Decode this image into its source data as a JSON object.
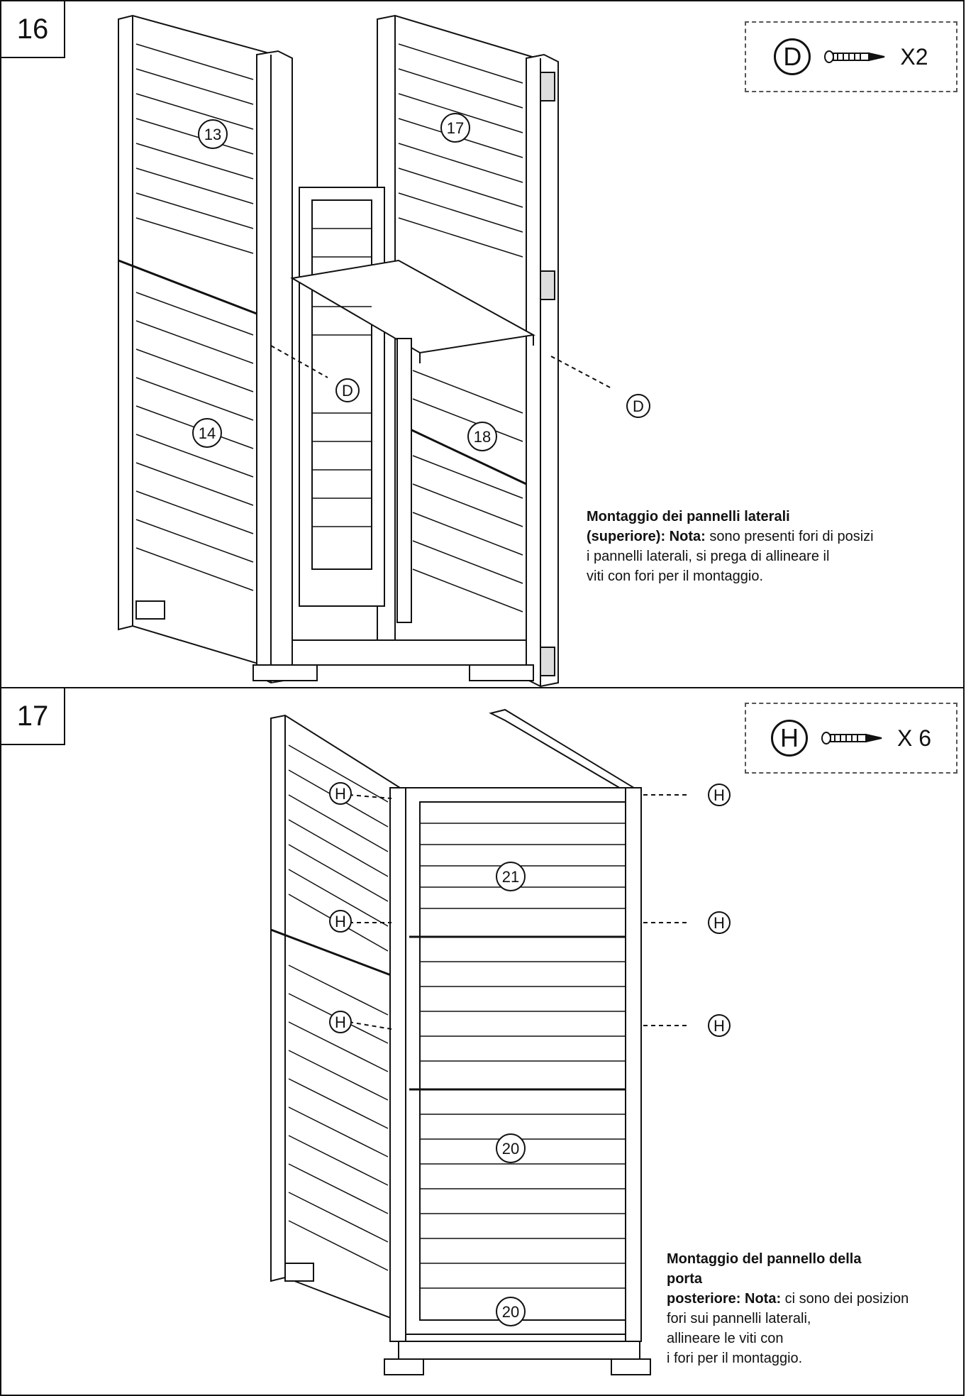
{
  "steps": [
    {
      "number": "16",
      "parts": {
        "letter": "D",
        "quantity": "X2"
      },
      "part_labels": [
        "13",
        "17",
        "14",
        "18"
      ],
      "screw_labels": [
        "D",
        "D"
      ],
      "note": {
        "title": "Montaggio dei pannelli laterali",
        "bold_part": "(superiore): Nota:",
        "line1_rest": " sono presenti fori di posizi",
        "line2": "i pannelli laterali, si prega di allineare il",
        "line3": "viti con fori per il montaggio."
      }
    },
    {
      "number": "17",
      "parts": {
        "letter": "H",
        "quantity": "X 6"
      },
      "part_labels": [
        "21",
        "20",
        "20"
      ],
      "screw_labels": [
        "H",
        "H",
        "H",
        "H",
        "H",
        "H"
      ],
      "note": {
        "title": "Montaggio del pannello della",
        "title2": "porta",
        "bold_part": "posteriore: Nota:",
        "line1_rest": " ci sono dei posizion",
        "line2": "fori sui pannelli laterali,",
        "line3": "allineare le viti con",
        "line4": "i fori per il montaggio."
      }
    }
  ]
}
